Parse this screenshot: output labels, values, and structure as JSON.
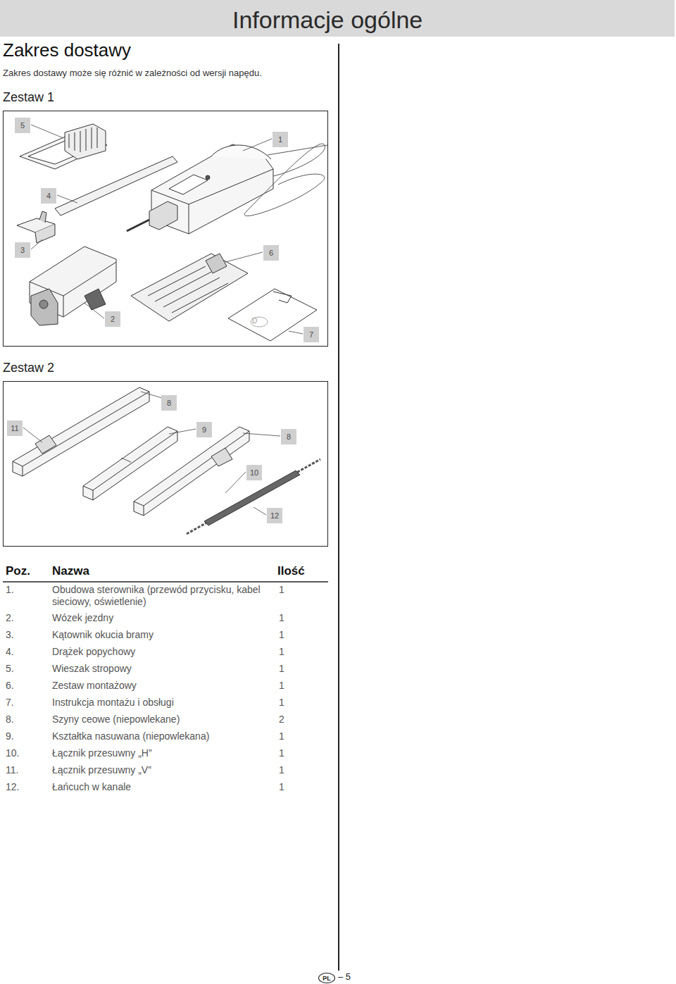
{
  "diagram": {
    "title": "Informacje ogólne",
    "nodes": [
      {
        "text": [
          "Zestaw 1"
        ]
      },
      {
        "text": [
          "5"
        ],
        "in": 0
      },
      {
        "text": [
          "1"
        ],
        "in": 0
      },
      {
        "text": [
          "4"
        ],
        "in": 0
      },
      {
        "text": [
          "3"
        ],
        "in": 0
      },
      {
        "text": [
          "6"
        ],
        "in": 0
      },
      {
        "text": [
          "2"
        ],
        "in": 0
      },
      {
        "text": [
          "7"
        ],
        "in": 0
      },
      {
        "text": [
          "Zestaw 2"
        ]
      },
      {
        "text": [
          "8"
        ],
        "in": 8
      },
      {
        "text": [
          "11"
        ],
        "in": 8
      },
      {
        "text": [
          "9"
        ],
        "in": 8
      },
      {
        "text": [
          "8"
        ],
        "in": 8
      },
      {
        "text": [
          "10"
        ],
        "in": 8
      },
      {
        "text": [
          "12"
        ],
        "in": 8
      },
      {
        "text": [
          "PL"
        ]
      }
    ],
    "labels": [
      "Zakres dostawy",
      "Zakres dostawy może się różnić w zależności od wersji napędu.",
      "D",
      "Poz.",
      "Nazwa",
      "Ilość",
      "1.",
      "Obudowa sterownika (przewód przycisku, kabel sieciowy, oświetlenie)",
      "1",
      "2.",
      "Wózek jezdny",
      "1",
      "3.",
      "Kątownik okucia bramy",
      "1",
      "4.",
      "Drążek popychowy",
      "1",
      "5.",
      "Wieszak stropowy",
      "1",
      "6.",
      "Zestaw montażowy",
      "1",
      "7.",
      "Instrukcja montażu i obsługi",
      "1",
      "8.",
      "Szyny ceowe (niepowlekane)",
      "2",
      "9.",
      "Kształtka nasuwana (niepowlekana)",
      "1",
      "10.",
      "Łącznik przesuwny „H”",
      "1",
      "11.",
      "Łącznik przesuwny „V”",
      "1",
      "12.",
      "Łańcuch w kanale",
      "1",
      "– 5"
    ]
  }
}
